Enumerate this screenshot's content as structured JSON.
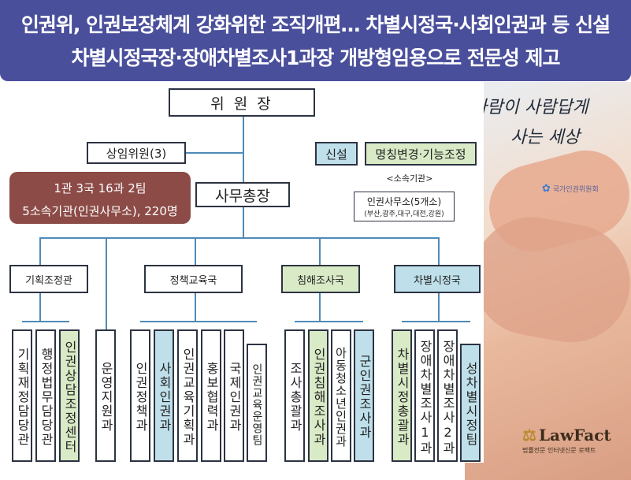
{
  "headline": {
    "line1": "인권위, 인권보장체계 강화위한 조직개편… 차별시정국·사회인권과 등 신설",
    "line2": "차별시정국장·장애차별조사1과장 개방형임용으로 전문성 제고"
  },
  "chart": {
    "top": "위 원 장",
    "standing": "상임위원(3)",
    "secretary": "사무총장",
    "summary_line1": "1관 3국 16과 2팀",
    "summary_line2": "5소속기관(인권사무소), 220명",
    "legend_new": "신설",
    "legend_rename": "명칭변경·기능조정",
    "affiliated_label": "<소속기관>",
    "affiliated_name": "인권사무소(5개소)",
    "affiliated_cities": "(부산,광주,대구,대전,강원)",
    "bureaus": [
      "기획조정관",
      "정책교육국",
      "침해조사국",
      "차별시정국"
    ],
    "units": [
      "기획재정담당관",
      "행정법무담당관",
      "인권상담조정센터",
      "운영지원과",
      "인권정책과",
      "사회인권과",
      "인권교육기획과",
      "홍보협력과",
      "국제인권과",
      "인권교육운영팀",
      "조사총괄과",
      "인권침해조사과",
      "아동청소년인권과",
      "군인권조사과",
      "차별시정총괄과",
      "장애차별조사1과",
      "장애차별조사2과",
      "성차별시정팀"
    ]
  },
  "slogan": {
    "line1": "사람이 사람답게",
    "line2": "사는 세상"
  },
  "org_mark": "국가인권위원회",
  "lawfact": {
    "name": "LawFact",
    "tagline": "법률전문 인터넷신문 로팩트"
  },
  "colors": {
    "header": "#4a4f9c",
    "summary": "#8c4b47",
    "new_unit": "#bfe0ea",
    "renamed_unit": "#d9eac6",
    "connector": "#4e8bb8"
  }
}
